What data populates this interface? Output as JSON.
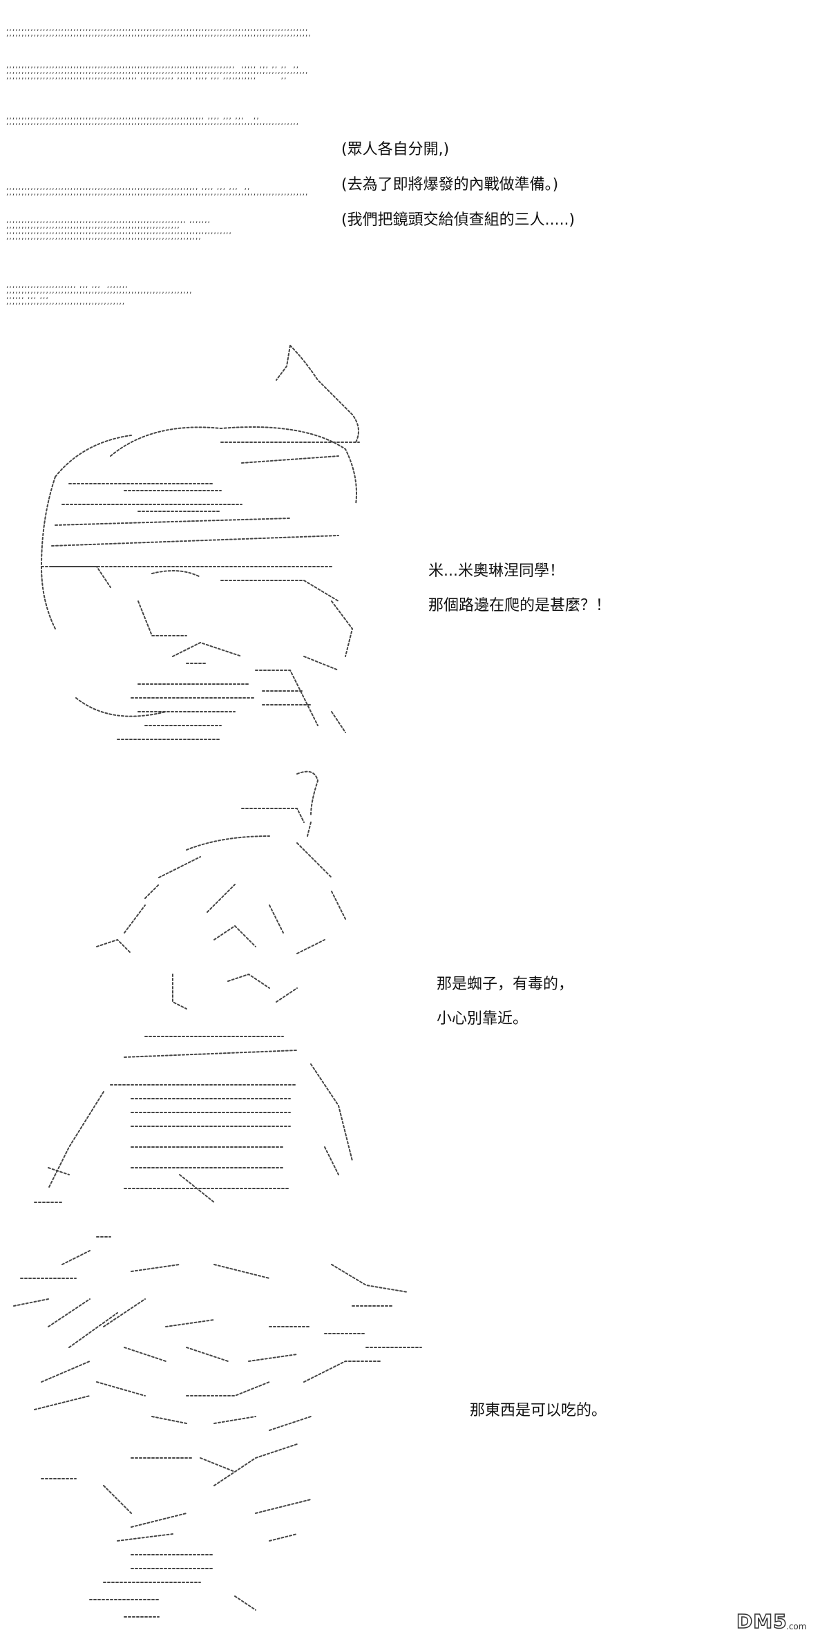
{
  "narration": [
    "(眾人各自分開,)",
    "(去為了即將爆發的內戰做準備。)",
    "(我們把鏡頭交給偵查組的三人.....)"
  ],
  "panels": [
    {
      "lines": [
        "米...米奧琳涅同學！",
        "那個路邊在爬的是甚麼？！"
      ]
    },
    {
      "lines": [
        "那是蜘子，有毒的，",
        "小心別靠近。"
      ]
    },
    {
      "lines": [
        "那東西是可以吃的。"
      ]
    }
  ],
  "watermark": {
    "text": "DM5",
    "suffix": ".com"
  }
}
